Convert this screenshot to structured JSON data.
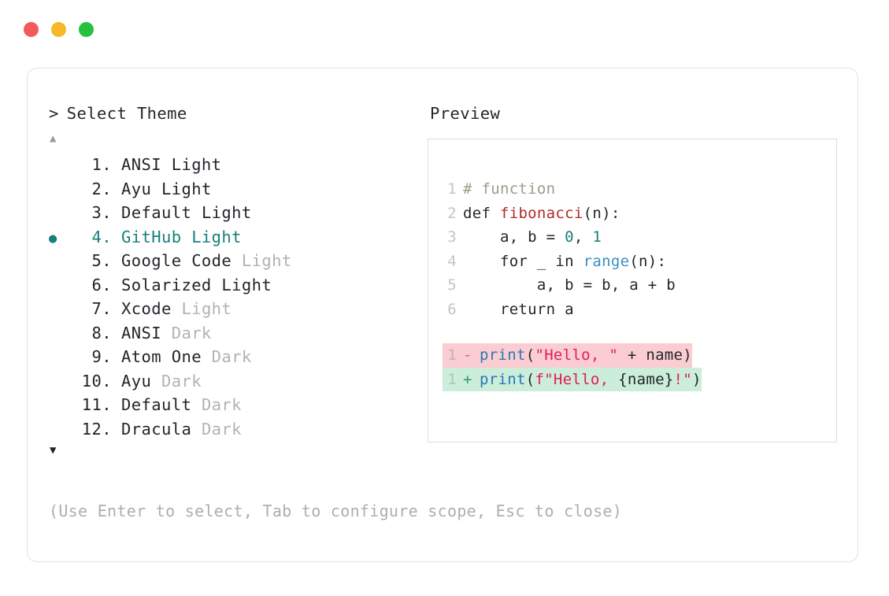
{
  "titlebar": {
    "buttons": [
      {
        "name": "close",
        "color": "#f4595b"
      },
      {
        "name": "minimize",
        "color": "#f6b927"
      },
      {
        "name": "maximize",
        "color": "#25c13f"
      }
    ]
  },
  "accent_color": "#16807a",
  "prompt": {
    "caret": ">",
    "title": "Select Theme"
  },
  "scroll": {
    "up_arrow": "▲",
    "down_arrow": "▼"
  },
  "theme_list": {
    "selected_index": 4,
    "items": [
      {
        "bullet": "",
        "index": "1.",
        "name": "ANSI",
        "variant": " Light",
        "variant_dim": false
      },
      {
        "bullet": "",
        "index": "2.",
        "name": "Ayu",
        "variant": " Light",
        "variant_dim": false
      },
      {
        "bullet": "",
        "index": "3.",
        "name": "Default",
        "variant": " Light",
        "variant_dim": false
      },
      {
        "bullet": "●",
        "index": "4.",
        "name": "GitHub",
        "variant": " Light",
        "variant_dim": false
      },
      {
        "bullet": "",
        "index": "5.",
        "name": "Google Code",
        "variant": " Light",
        "variant_dim": true
      },
      {
        "bullet": "",
        "index": "6.",
        "name": "Solarized",
        "variant": " Light",
        "variant_dim": false
      },
      {
        "bullet": "",
        "index": "7.",
        "name": "Xcode",
        "variant": " Light",
        "variant_dim": true
      },
      {
        "bullet": "",
        "index": "8.",
        "name": "ANSI",
        "variant": " Dark",
        "variant_dim": true
      },
      {
        "bullet": "",
        "index": "9.",
        "name": "Atom One",
        "variant": " Dark",
        "variant_dim": true
      },
      {
        "bullet": "",
        "index": "10.",
        "name": "Ayu",
        "variant": " Dark",
        "variant_dim": true
      },
      {
        "bullet": "",
        "index": "11.",
        "name": "Default",
        "variant": " Dark",
        "variant_dim": true
      },
      {
        "bullet": "",
        "index": "12.",
        "name": "Dracula",
        "variant": " Dark",
        "variant_dim": true
      }
    ]
  },
  "preview": {
    "label": "Preview",
    "code_lines": [
      {
        "lineno": "1",
        "tokens": [
          {
            "t": "# function",
            "c": "comment"
          }
        ]
      },
      {
        "lineno": "2",
        "tokens": [
          {
            "t": "def ",
            "c": "plain"
          },
          {
            "t": "fibonacci",
            "c": "func"
          },
          {
            "t": "(n):",
            "c": "plain"
          }
        ]
      },
      {
        "lineno": "3",
        "tokens": [
          {
            "t": "    a, b = ",
            "c": "plain"
          },
          {
            "t": "0",
            "c": "num"
          },
          {
            "t": ", ",
            "c": "plain"
          },
          {
            "t": "1",
            "c": "num"
          }
        ]
      },
      {
        "lineno": "4",
        "tokens": [
          {
            "t": "    for _ in ",
            "c": "plain"
          },
          {
            "t": "range",
            "c": "builtin"
          },
          {
            "t": "(n):",
            "c": "plain"
          }
        ]
      },
      {
        "lineno": "5",
        "tokens": [
          {
            "t": "        a, b = b, a + b",
            "c": "plain"
          }
        ]
      },
      {
        "lineno": "6",
        "tokens": [
          {
            "t": "    return a",
            "c": "plain"
          }
        ]
      }
    ],
    "diff_lines": [
      {
        "kind": "del",
        "lineno": "1",
        "sign": "-",
        "tokens": [
          {
            "t": "print",
            "c": "print"
          },
          {
            "t": "(",
            "c": "plain"
          },
          {
            "t": "\"Hello, \"",
            "c": "str"
          },
          {
            "t": " + name)",
            "c": "plain"
          }
        ]
      },
      {
        "kind": "add",
        "lineno": "1",
        "sign": "+",
        "tokens": [
          {
            "t": "print",
            "c": "print"
          },
          {
            "t": "(",
            "c": "plain"
          },
          {
            "t": "f\"Hello, ",
            "c": "str"
          },
          {
            "t": "{name}",
            "c": "plain"
          },
          {
            "t": "!\"",
            "c": "str"
          },
          {
            "t": ")",
            "c": "plain"
          }
        ]
      }
    ]
  },
  "hint": "(Use Enter to select, Tab to configure scope, Esc to close)"
}
